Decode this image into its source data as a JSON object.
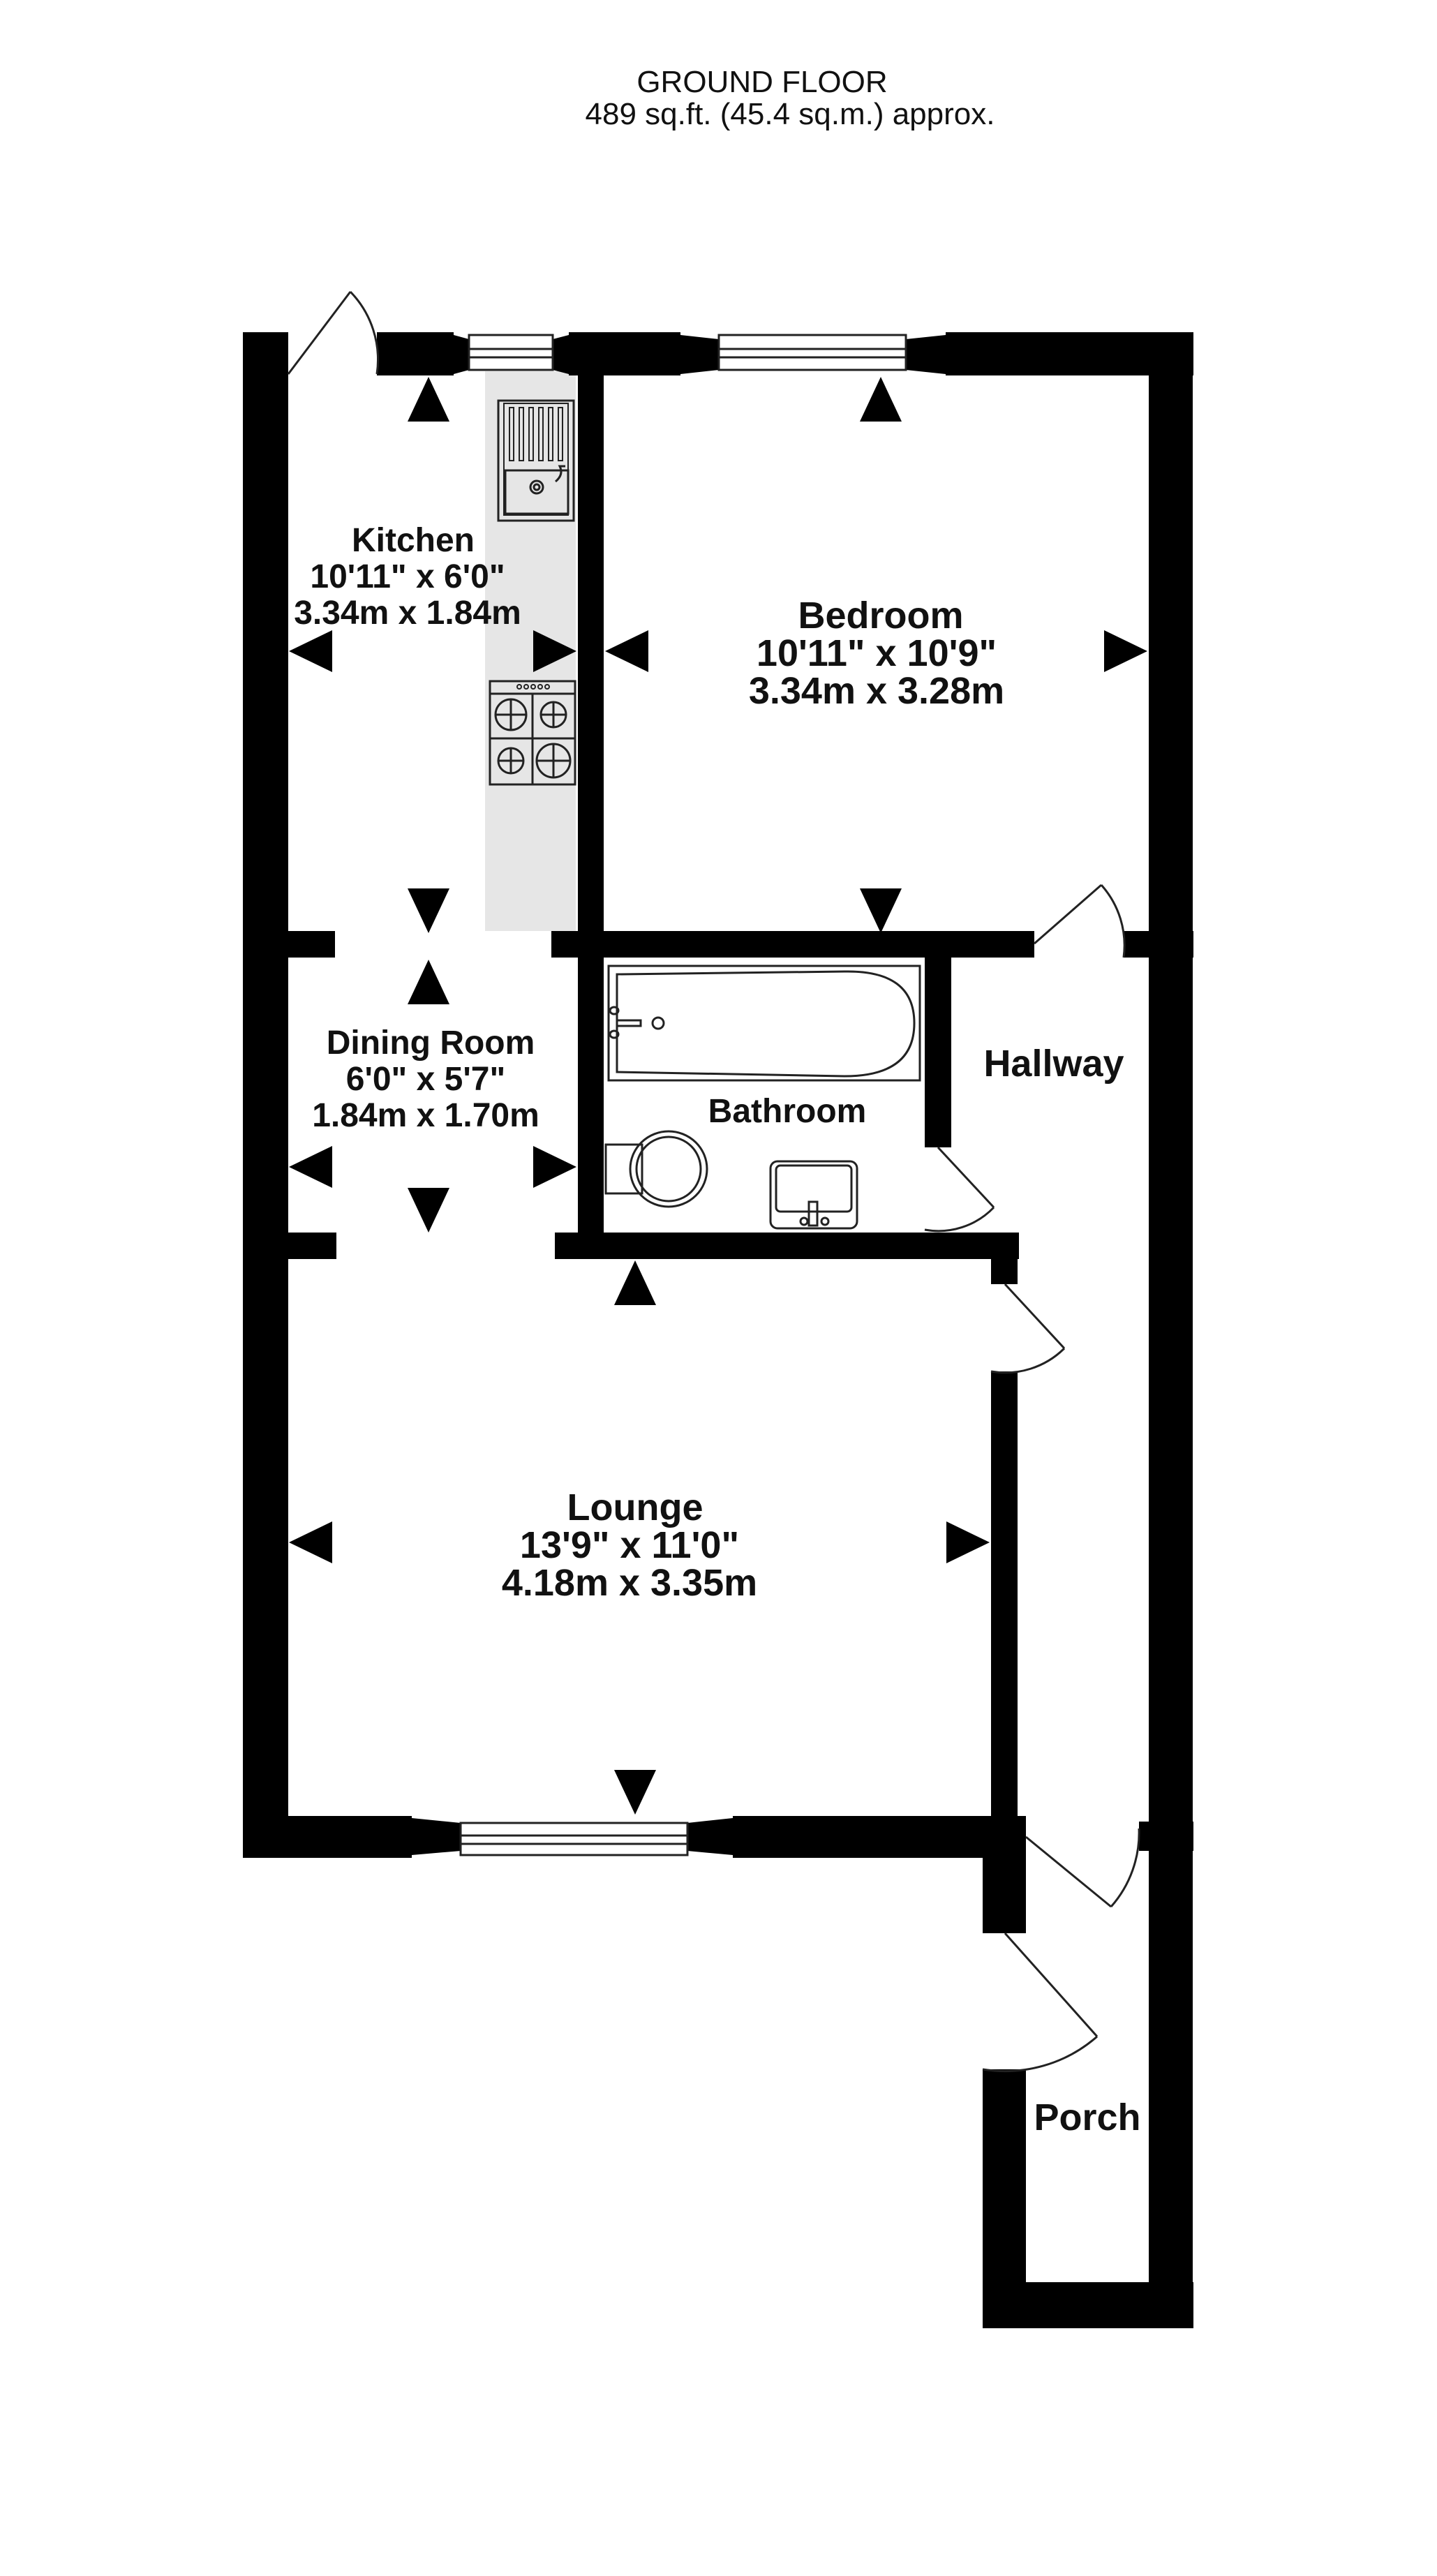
{
  "header": {
    "floor": "GROUND FLOOR",
    "area": "489 sq.ft. (45.4 sq.m.) approx."
  },
  "rooms": {
    "kitchen": {
      "name": "Kitchen",
      "imperial": "10'11\"  x 6'0\"",
      "metric": "3.34m  x 1.84m"
    },
    "bedroom": {
      "name": "Bedroom",
      "imperial": "10'11\"  x 10'9\"",
      "metric": "3.34m  x 3.28m"
    },
    "dining": {
      "name": "Dining Room",
      "imperial": "6'0\"  x 5'7\"",
      "metric": "1.84m  x 1.70m"
    },
    "bathroom": {
      "name": "Bathroom"
    },
    "hallway": {
      "name": "Hallway"
    },
    "lounge": {
      "name": "Lounge",
      "imperial": "13'9\"  x 11'0\"",
      "metric": "4.18m  x 3.35m"
    },
    "porch": {
      "name": "Porch"
    }
  },
  "colors": {
    "wall": "#000000",
    "worktop": "#e6e6e6",
    "fixture_line": "#222222"
  }
}
